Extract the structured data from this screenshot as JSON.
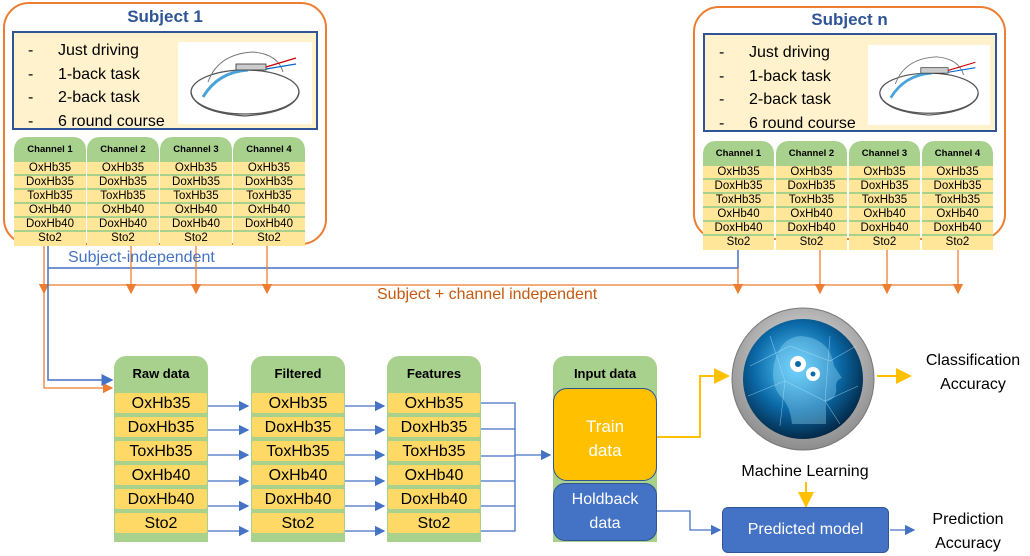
{
  "subject1": {
    "title": "Subject 1",
    "tasks": [
      "Just driving",
      "1-back task",
      "2-back task",
      "6 round course"
    ],
    "channels": [
      {
        "header": "Channel 1",
        "rows": [
          "OxHb35",
          "DoxHb35",
          "ToxHb35",
          "OxHb40",
          "DoxHb40",
          "Sto2"
        ]
      },
      {
        "header": "Channel 2",
        "rows": [
          "OxHb35",
          "DoxHb35",
          "ToxHb35",
          "OxHb40",
          "DoxHb40",
          "Sto2"
        ]
      },
      {
        "header": "Channel 3",
        "rows": [
          "OxHb35",
          "DoxHb35",
          "ToxHb35",
          "OxHb40",
          "DoxHb40",
          "Sto2"
        ]
      },
      {
        "header": "Channel 4",
        "rows": [
          "OxHb35",
          "DoxHb35",
          "ToxHb35",
          "OxHb40",
          "DoxHb40",
          "Sto2"
        ]
      }
    ]
  },
  "subjectn": {
    "title": "Subject n",
    "tasks": [
      "Just driving",
      "1-back task",
      "2-back task",
      "6 round course"
    ],
    "channels": [
      {
        "header": "Channel 1",
        "rows": [
          "OxHb35",
          "DoxHb35",
          "ToxHb35",
          "OxHb40",
          "DoxHb40",
          "Sto2"
        ]
      },
      {
        "header": "Channel 2",
        "rows": [
          "OxHb35",
          "DoxHb35",
          "ToxHb35",
          "OxHb40",
          "DoxHb40",
          "Sto2"
        ]
      },
      {
        "header": "Channel 3",
        "rows": [
          "OxHb35",
          "DoxHb35",
          "ToxHb35",
          "OxHb40",
          "DoxHb40",
          "Sto2"
        ]
      },
      {
        "header": "Channel 4",
        "rows": [
          "OxHb35",
          "DoxHb35",
          "ToxHb35",
          "OxHb40",
          "DoxHb40",
          "Sto2"
        ]
      }
    ]
  },
  "labels": {
    "subject_independent": "Subject-independent",
    "subject_channel_independent": "Subject + channel independent"
  },
  "pipeline": {
    "raw": {
      "header": "Raw data",
      "rows": [
        "OxHb35",
        "DoxHb35",
        "ToxHb35",
        "OxHb40",
        "DoxHb40",
        "Sto2"
      ]
    },
    "filtered": {
      "header": "Filtered",
      "rows": [
        "OxHb35",
        "DoxHb35",
        "ToxHb35",
        "OxHb40",
        "DoxHb40",
        "Sto2"
      ]
    },
    "features": {
      "header": "Features",
      "rows": [
        "OxHb35",
        "DoxHb35",
        "ToxHb35",
        "OxHb40",
        "DoxHb40",
        "Sto2"
      ]
    },
    "input": {
      "header": "Input data",
      "train_line1": "Train",
      "train_line2": "data",
      "holdback_line1": "Holdback",
      "holdback_line2": "data"
    }
  },
  "ml": {
    "label": "Machine Learning",
    "classification_line1": "Classification",
    "classification_line2": "Accuracy",
    "predicted_model": "Predicted model",
    "prediction_line1": "Prediction",
    "prediction_line2": "Accuracy"
  },
  "colors": {
    "orange_border": "#ed7d31",
    "blue_title": "#2f5597",
    "green_header": "#a9d18e",
    "yellow_cell": "#ffd966",
    "train_box": "#ffc000",
    "holdback_box": "#4472c4",
    "arrow_blue": "#4472c4",
    "arrow_orange": "#ed7d31"
  },
  "icons": [
    "helmet-icon",
    "brain-gear-icon"
  ]
}
